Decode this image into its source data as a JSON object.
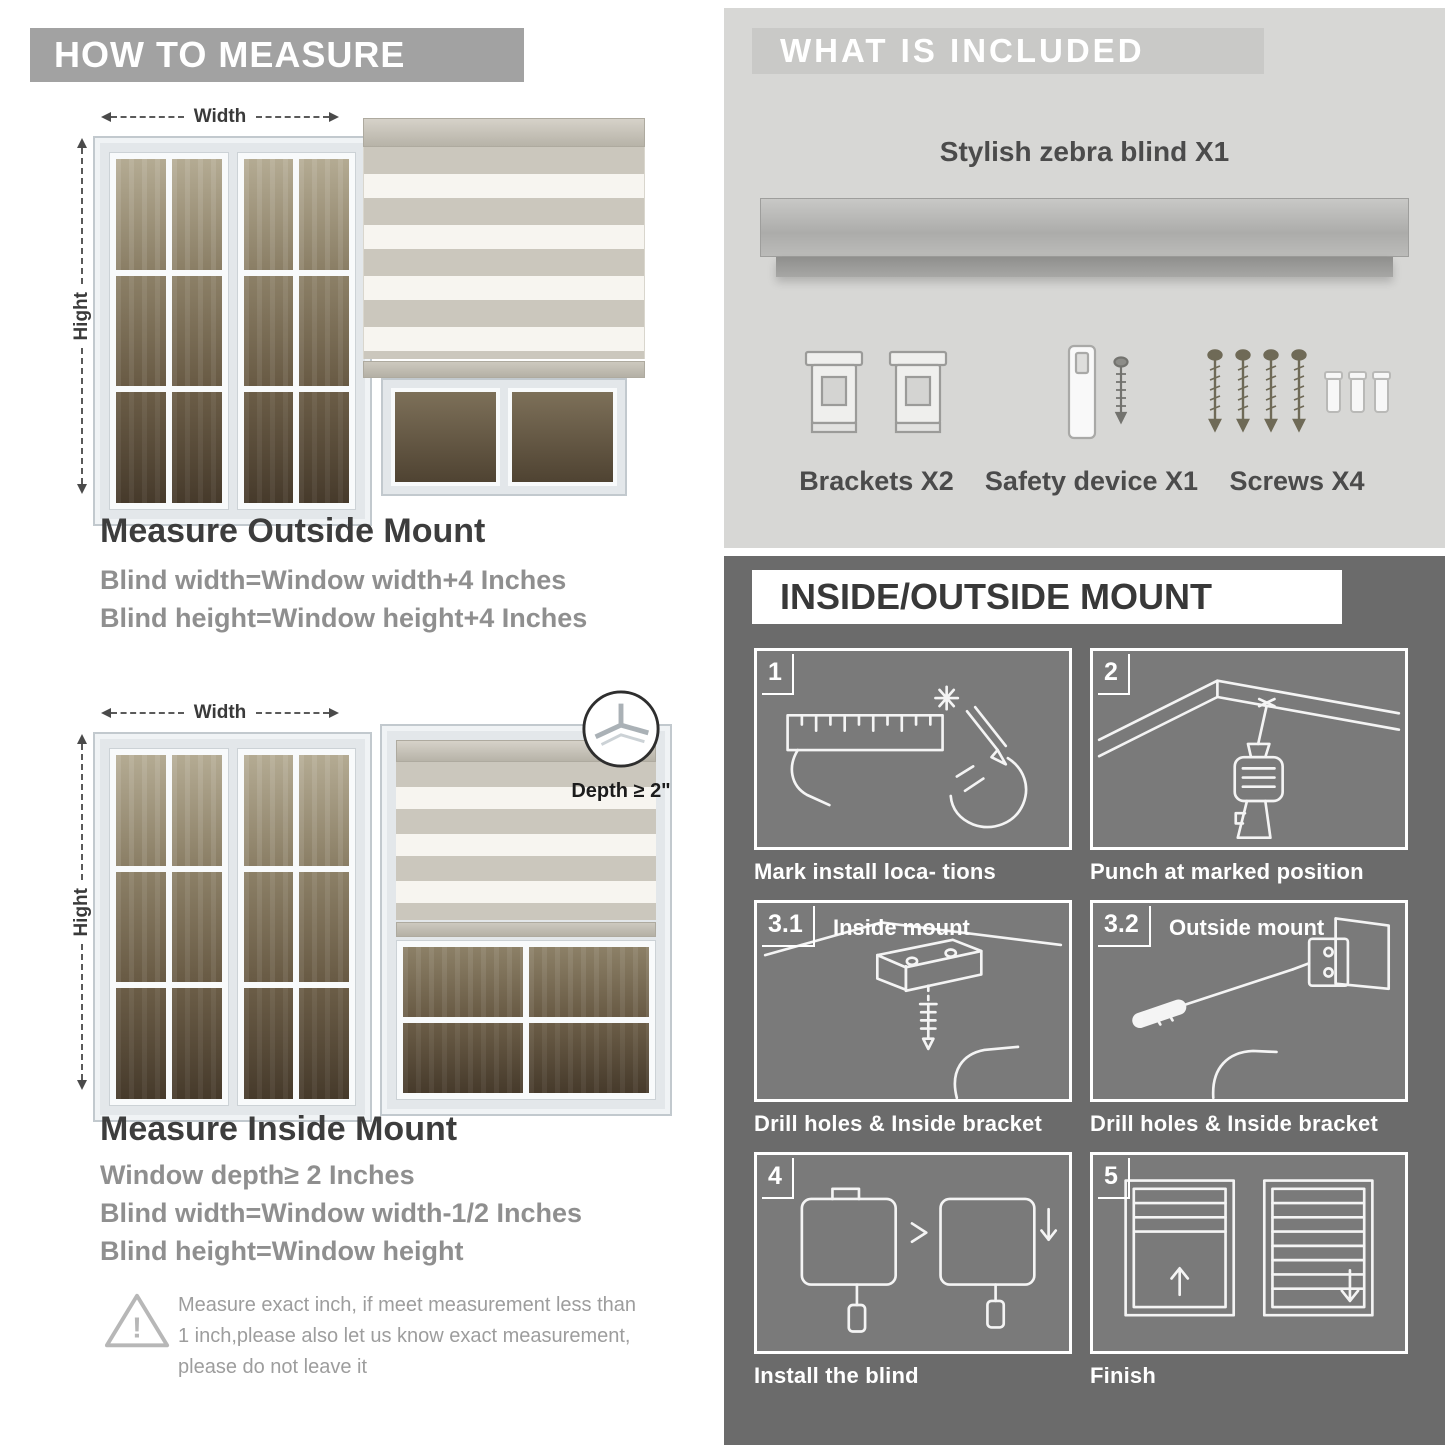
{
  "colors": {
    "left_banner_bg": "#a2a2a2",
    "included_bg": "#d7d7d5",
    "included_banner_bg": "#c9c9c7",
    "mount_bg": "#6b6b6b",
    "heading_text": "#3d3d3d",
    "formula_text": "#8f8f8f",
    "blind_stripe": "#cbc7bd"
  },
  "measure": {
    "banner": "HOW TO MEASURE",
    "outside": {
      "heading": "Measure Outside Mount",
      "width_formula": "Blind width=Window width+4 Inches",
      "height_formula": "Blind height=Window height+4 Inches",
      "width_label": "Width",
      "height_label": "Hight"
    },
    "inside": {
      "heading": "Measure Inside Mount",
      "depth_rule": "Window depth≥ 2 Inches",
      "width_formula": "Blind width=Window width-1/2 Inches",
      "height_formula": "Blind height=Window height",
      "width_label": "Width",
      "height_label": "Hight",
      "depth_callout": "Depth ≥ 2\""
    },
    "warning_mark": "!",
    "warning_note": "Measure exact inch, if meet measurement less than 1 inch,please also let us know exact measurement, please do not leave it"
  },
  "included": {
    "banner": "WHAT IS INCLUDED",
    "product": "Stylish zebra blind X1",
    "items": [
      {
        "label": "Brackets X2"
      },
      {
        "label": "Safety device X1"
      },
      {
        "label": "Screws X4"
      }
    ]
  },
  "mount": {
    "banner": "INSIDE/OUTSIDE MOUNT",
    "steps": [
      {
        "num": "1",
        "title": "",
        "caption": "Mark install loca- tions"
      },
      {
        "num": "2",
        "title": "",
        "caption": "Punch at  marked position"
      },
      {
        "num": "3.1",
        "title": "Inside mount",
        "caption": "Drill holes &  Inside bracket"
      },
      {
        "num": "3.2",
        "title": "Outside mount",
        "caption": "Drill holes &  Inside bracket"
      },
      {
        "num": "4",
        "title": "",
        "caption": "Install the blind"
      },
      {
        "num": "5",
        "title": "",
        "caption": "Finish"
      }
    ]
  }
}
